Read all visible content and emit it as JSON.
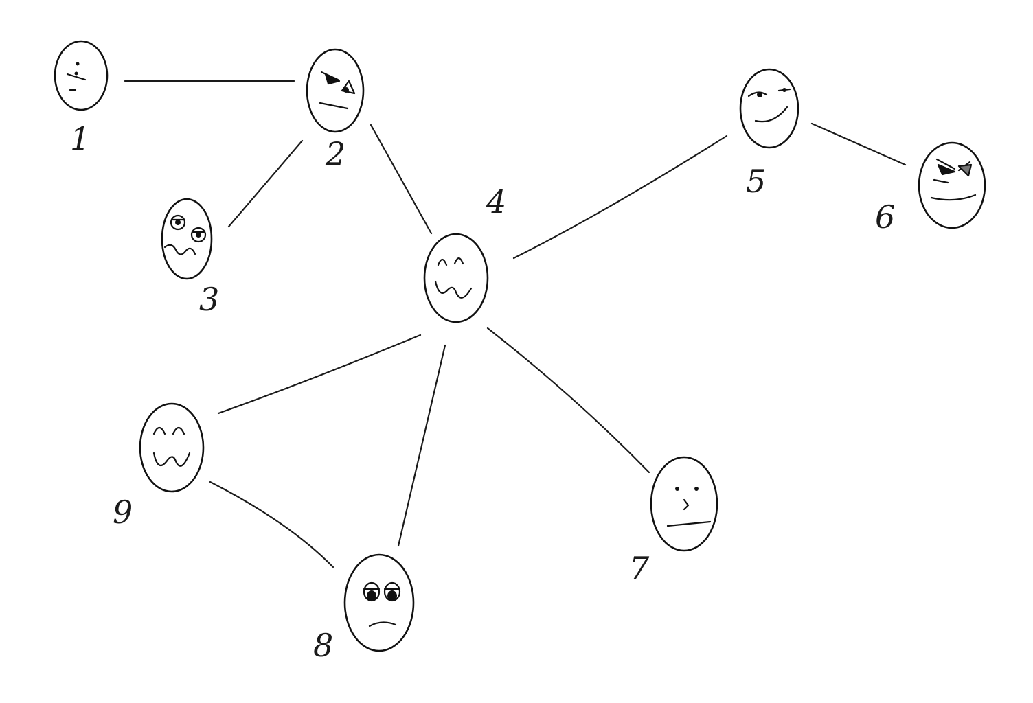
{
  "diagram": {
    "nodes": [
      {
        "id": 1,
        "label": "1",
        "expression": "unsure"
      },
      {
        "id": 2,
        "label": "2",
        "expression": "annoyed"
      },
      {
        "id": 3,
        "label": "3",
        "expression": "nervous"
      },
      {
        "id": 4,
        "label": "4",
        "expression": "happy"
      },
      {
        "id": 5,
        "label": "5",
        "expression": "smug"
      },
      {
        "id": 6,
        "label": "6",
        "expression": "angry"
      },
      {
        "id": 7,
        "label": "7",
        "expression": "confused"
      },
      {
        "id": 8,
        "label": "8",
        "expression": "sad"
      },
      {
        "id": 9,
        "label": "9",
        "expression": "happy"
      }
    ],
    "edges": [
      [
        1,
        2
      ],
      [
        2,
        3
      ],
      [
        2,
        4
      ],
      [
        4,
        5
      ],
      [
        5,
        6
      ],
      [
        4,
        7
      ],
      [
        4,
        8
      ],
      [
        4,
        9
      ],
      [
        9,
        8
      ]
    ]
  }
}
